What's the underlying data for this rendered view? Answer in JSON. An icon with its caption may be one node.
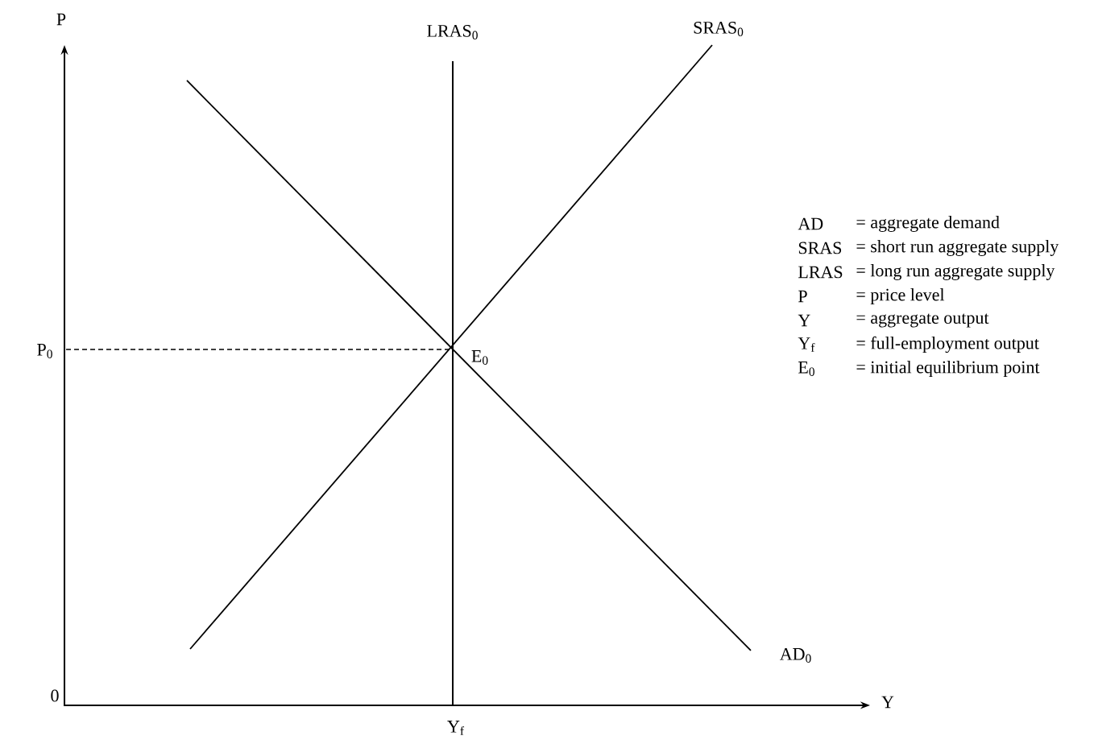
{
  "diagram": {
    "labels": [
      "P",
      "LRAS$_{0}$",
      "SRAS$_{0}$",
      "AD",
      "= aggregate demand",
      "SRAS",
      "= short run aggregate supply",
      "LRAS",
      "= long run aggregate supply",
      "P",
      "= price level",
      "Y",
      "= aggregate output",
      "Y$_{f}$",
      "= full-employment output",
      "E$_{0}$",
      "= initial equilibrium point",
      "P$_{0}$",
      "E$_{0}$",
      "AD$_{0}$",
      "0",
      "Y",
      "Y$_{f}$"
    ]
  }
}
